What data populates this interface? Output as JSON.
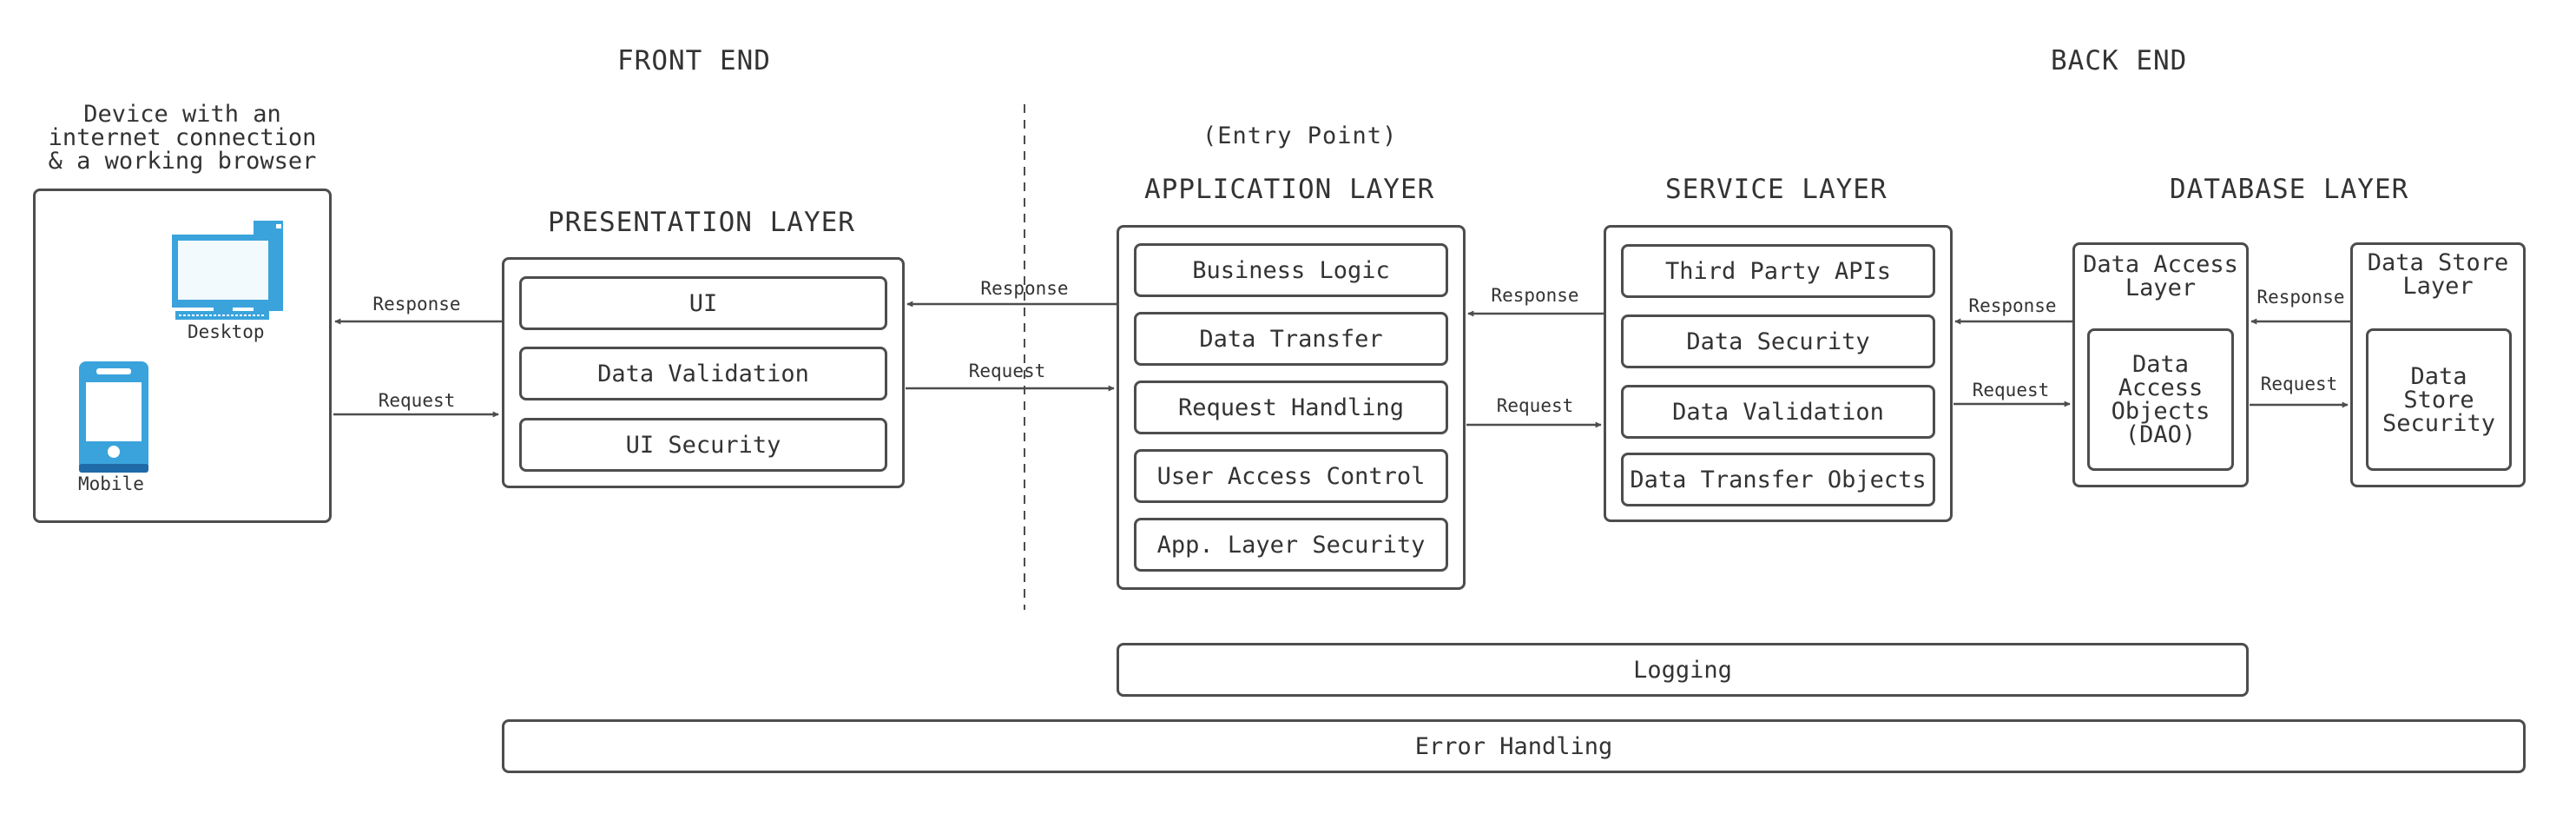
{
  "headings": {
    "front_end": "FRONT END",
    "back_end": "BACK END",
    "entry_point": "(Entry Point)",
    "application_layer": "APPLICATION LAYER",
    "service_layer": "SERVICE LAYER",
    "database_layer": "DATABASE LAYER",
    "presentation_layer": "PRESENTATION LAYER"
  },
  "device": {
    "caption_lines": [
      "Device with an",
      "internet connection",
      "& a working browser"
    ],
    "desktop_label": "Desktop",
    "mobile_label": "Mobile",
    "icon_color": "#3aa3dc"
  },
  "presentation": {
    "items": [
      "UI",
      "Data Validation",
      "UI Security"
    ]
  },
  "application": {
    "items": [
      "Business Logic",
      "Data Transfer",
      "Request Handling",
      "User Access Control",
      "App. Layer Security"
    ]
  },
  "service": {
    "items": [
      "Third Party APIs",
      "Data Security",
      "Data Validation",
      "Data Transfer Objects"
    ]
  },
  "data_access": {
    "title_lines": [
      "Data Access",
      "Layer"
    ],
    "inner_lines": [
      "Data",
      "Access",
      "Objects",
      "(DAO)"
    ]
  },
  "data_store": {
    "title_lines": [
      "Data Store",
      "Layer"
    ],
    "inner_lines": [
      "Data",
      "Store",
      "Security"
    ]
  },
  "bars": {
    "logging": "Logging",
    "error_handling": "Error Handling"
  },
  "arrows": {
    "response": "Response",
    "request": "Request"
  },
  "colors": {
    "stroke": "#4d4d4d",
    "text": "#333333",
    "accent": "#3aa3dc"
  }
}
